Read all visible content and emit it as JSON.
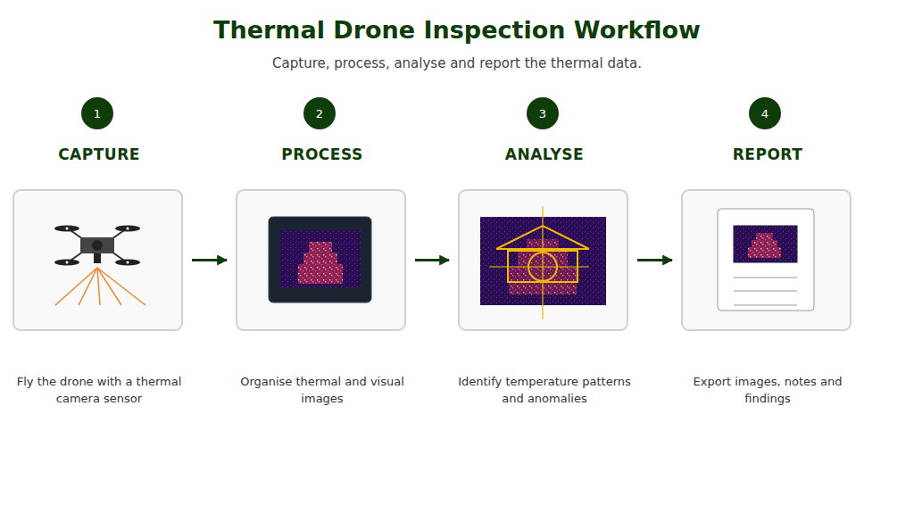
{
  "diagram": {
    "title": "Thermal Drone Inspection Workflow",
    "nodes": [
      {
        "text": [
          "1"
        ]
      },
      {
        "text": [
          "CAPTURE",
          "Fly the drone with a thermal camera sensor"
        ]
      },
      {
        "text": [
          "2"
        ]
      },
      {
        "text": [
          "PROCESS",
          "Organise thermal and visual images"
        ]
      },
      {
        "text": [
          "3"
        ]
      },
      {
        "text": [
          "ANALYSE",
          "Identify temperature patterns and anomalies"
        ]
      },
      {
        "text": [
          "4"
        ]
      },
      {
        "text": [
          "REPORT",
          "Export images, notes and findings"
        ]
      }
    ],
    "edges": [
      {
        "from": 1,
        "to": 3,
        "arrow": "to"
      },
      {
        "from": 3,
        "to": 5,
        "arrow": "to"
      },
      {
        "from": 5,
        "to": 7,
        "arrow": "to"
      }
    ],
    "labels": [
      "Capture, process, analyse and report the thermal data."
    ]
  }
}
